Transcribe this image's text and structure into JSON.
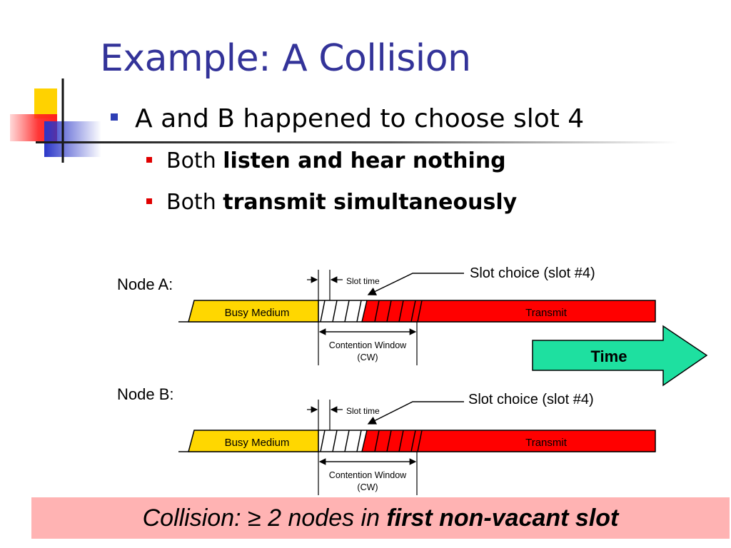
{
  "slide": {
    "title": "Example: A Collision",
    "bullets": {
      "main": "A and B happened to choose slot 4",
      "sub": [
        {
          "prefix": "Both ",
          "emphasis": "listen and hear nothing"
        },
        {
          "prefix": "Both ",
          "emphasis": "transmit simultaneously"
        }
      ]
    }
  },
  "diagram": {
    "nodes": [
      {
        "label": "Node A:",
        "busy_label": "Busy Medium",
        "transmit_label": "Transmit",
        "slot_time_label": "Slot time",
        "slot_choice_label": "Slot choice (slot #4)",
        "cw_label_line1": "Contention Window",
        "cw_label_line2": "(CW)"
      },
      {
        "label": "Node B:",
        "busy_label": "Busy Medium",
        "transmit_label": "Transmit",
        "slot_time_label": "Slot time",
        "slot_choice_label": "Slot choice (slot #4)",
        "cw_label_line1": "Contention Window",
        "cw_label_line2": "(CW)"
      }
    ],
    "chosen_slot": 4,
    "time_arrow_label": "Time",
    "colors": {
      "busy": "#ffd700",
      "transmit": "#ff0000",
      "time_arrow": "#1ee0a0",
      "title": "#333399"
    }
  },
  "conclusion": {
    "prefix": "Collision: ≥ 2 nodes in ",
    "emphasis": "first non-vacant slot"
  }
}
